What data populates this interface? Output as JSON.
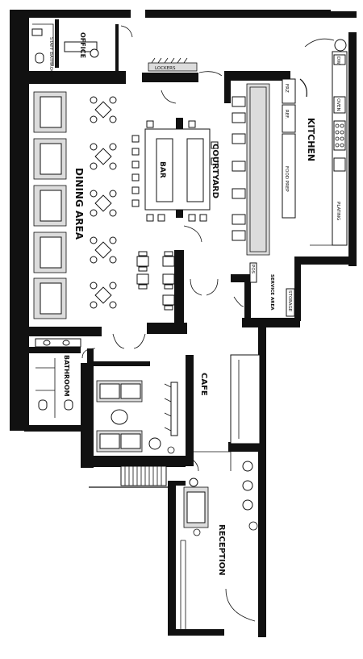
{
  "rooms": {
    "staff_bathroom": "STAFF BATHROOM",
    "office": "OFFICE",
    "lockers": "LOCKERS",
    "dining_area": "DINING AREA",
    "bar": "BAR",
    "courtyard": "COURTYARD",
    "kitchen": "KITCHEN",
    "frz": "FRZ",
    "ref": "REF.",
    "food_prep": "FOOD PREP",
    "oven": "OVEN",
    "dw": "DW",
    "plating": "PLATING",
    "pos": "POS",
    "service_area": "SERVICE AREA",
    "storage": "STORAGE",
    "bathroom": "BATHROOM",
    "cafe": "CAFE",
    "reception": "RECEPTION"
  }
}
